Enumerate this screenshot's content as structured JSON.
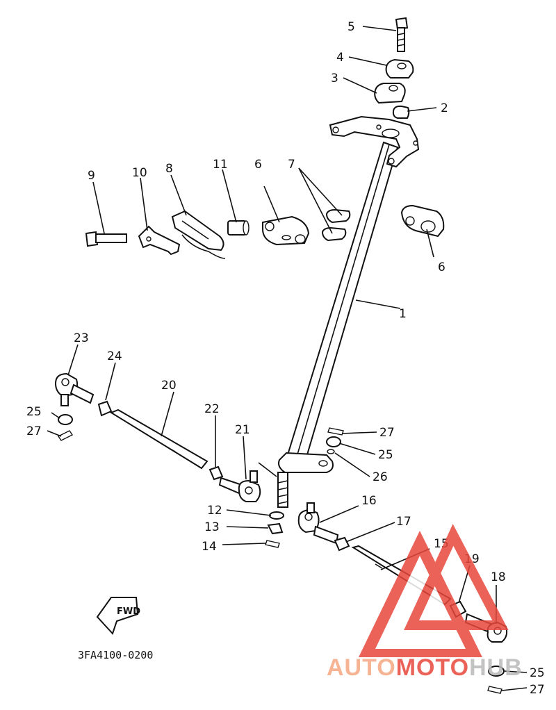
{
  "diagram": {
    "code": "3FA4100-0200",
    "fwd_label": "FWD",
    "part_labels": {
      "p1": "1",
      "p2": "2",
      "p3": "3",
      "p4": "4",
      "p5": "5",
      "p6a": "6",
      "p6b": "6",
      "p7": "7",
      "p8": "8",
      "p9": "9",
      "p10": "10",
      "p11": "11",
      "p12": "12",
      "p13": "13",
      "p14": "14",
      "p15": "15",
      "p16": "16",
      "p17": "17",
      "p18": "18",
      "p19": "19",
      "p20": "20",
      "p21": "21",
      "p22": "22",
      "p23": "23",
      "p24": "24",
      "p25a": "25",
      "p25b": "25",
      "p25c": "25",
      "p26": "26",
      "p27a": "27",
      "p27b": "27",
      "p27c": "27"
    }
  },
  "watermark": {
    "part1": "AUTO",
    "part2": "MOTO",
    "part3": "HUB",
    "color_light": "#f5a882",
    "color_red": "#e8473c",
    "color_gray": "#b9b9b9"
  }
}
